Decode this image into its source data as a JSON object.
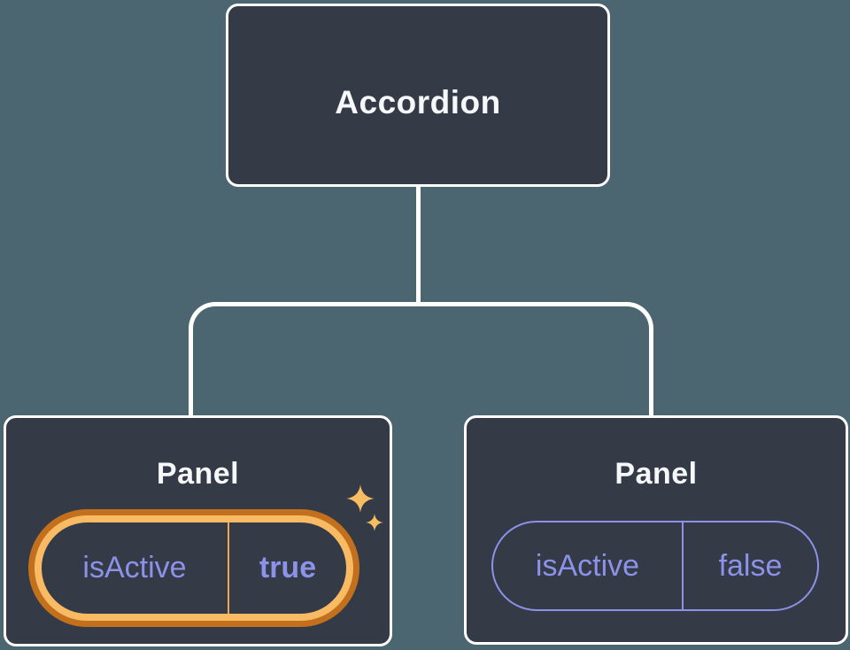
{
  "diagram": {
    "type": "component-tree",
    "tree": {
      "root": {
        "label": "Accordion"
      },
      "children": [
        {
          "label": "Panel",
          "state": {
            "key": "isActive",
            "value": "true"
          },
          "highlighted": true,
          "icon": "sparkle-icon"
        },
        {
          "label": "Panel",
          "state": {
            "key": "isActive",
            "value": "false"
          },
          "highlighted": false
        }
      ]
    }
  },
  "colors": {
    "background": "#4B6670",
    "node_fill": "#343A46",
    "node_border": "#FFFFFF",
    "node_text": "#F6F7F9",
    "state_purple": "#8B92E8",
    "highlight_ring_outer": "#C2701D",
    "highlight_ring_inner": "#F9BA64",
    "highlight_divider": "#EDA74F",
    "sparkle": "#F8BC63",
    "connector": "#FFFFFF"
  },
  "icons": {
    "sparkle": "sparkle-icon"
  }
}
